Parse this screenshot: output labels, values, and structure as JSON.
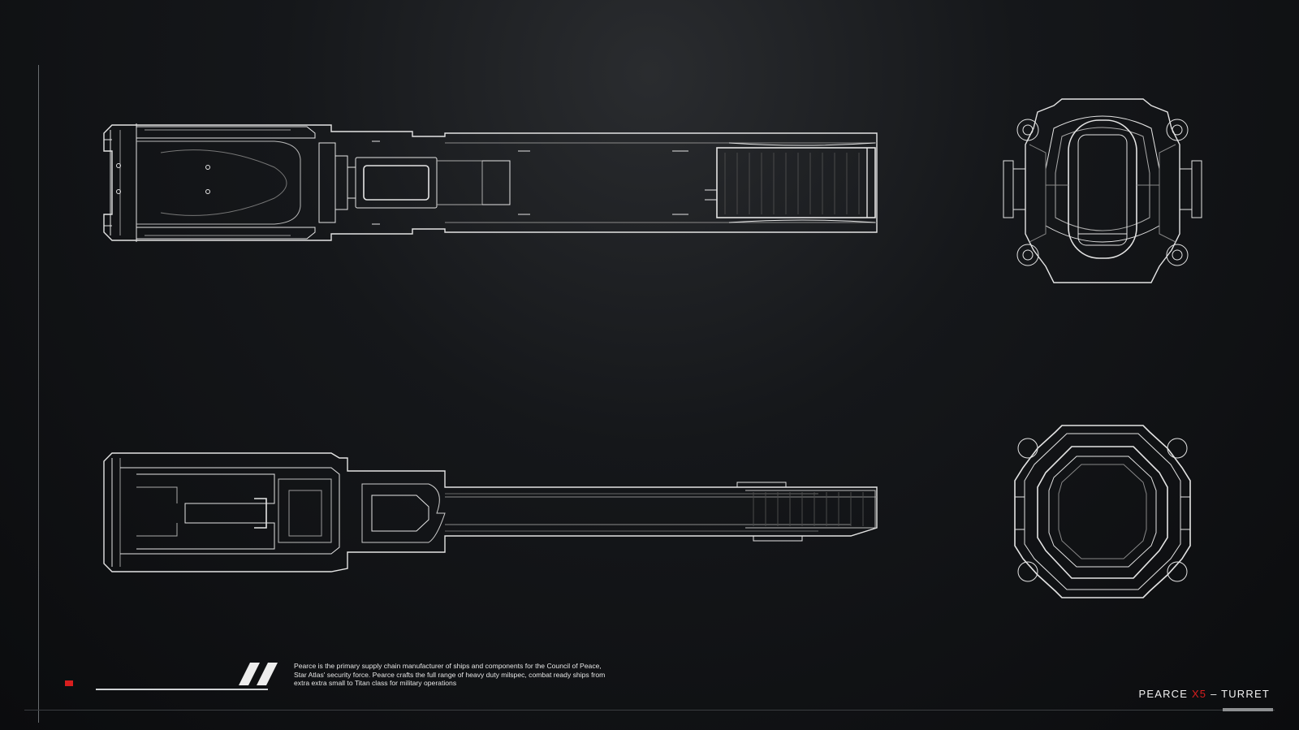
{
  "description": {
    "line1": "Pearce is the primary supply chain manufacturer of ships and components for the Council of Peace,",
    "line2": "Star Atlas' security force. Pearce crafts the full range of heavy duty milspec, combat ready ships from",
    "line3": "extra  extra small to Titan class for military operations"
  },
  "title": {
    "brand": "PEARCE",
    "model": "X5",
    "dash": "–",
    "part": "TURRET"
  },
  "colors": {
    "accent": "#d81e1e",
    "line": "#e8e8e8",
    "background": "#0b0c0e"
  },
  "icons": {
    "logo": "double-slash-icon",
    "marker": "red-square-icon"
  }
}
